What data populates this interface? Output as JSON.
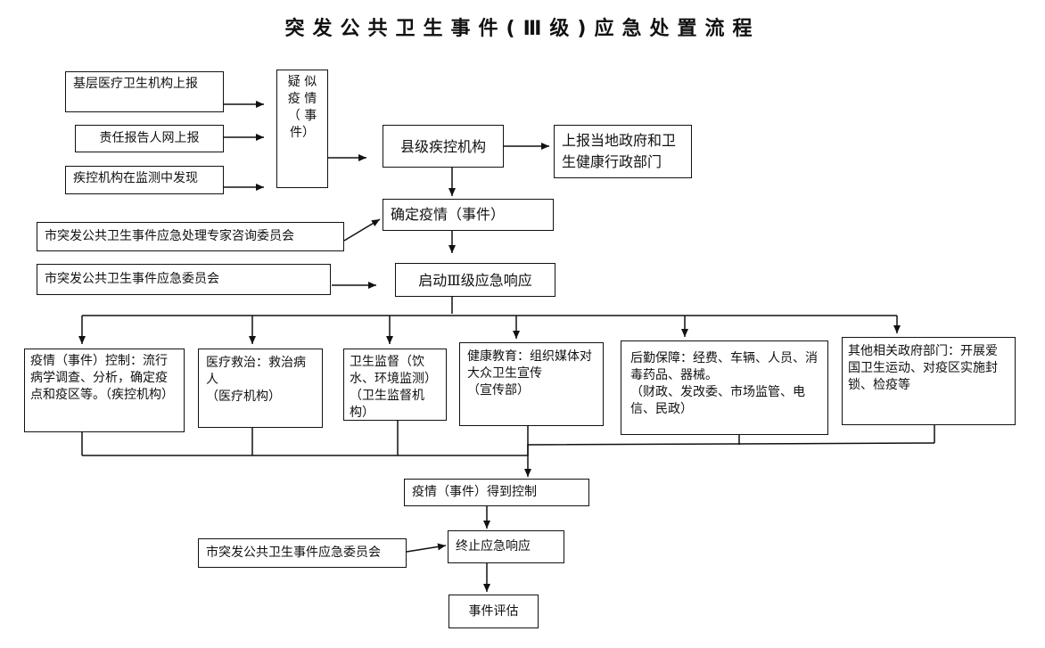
{
  "title": "突发公共卫生事件(Ⅲ级)应急处置流程",
  "nodes": {
    "report_grassroots": "基层医疗卫生机构上报",
    "report_online": "责任报告人网上报",
    "report_cdc_monitor": "疾控机构在监测中发现",
    "suspected": "疑 似\n疫 情\n（ 事\n件）",
    "county_cdc": "县级疾控机构",
    "report_gov": "上报当地政府和卫生健康行政部门",
    "expert_committee": "市突发公共卫生事件应急处理专家咨询委员会",
    "confirm": "确定疫情（事件）",
    "emergency_committee_1": "市突发公共卫生事件应急委员会",
    "activate": "启动Ⅲ级应急响应",
    "control": "疫情（事件）控制：流行病学调查、分析，确定疫点和疫区等。（疾控机构）",
    "treatment": "医疗救治：救治病人\n（医疗机构）",
    "supervision": "卫生监督（饮水、环境监测）（卫生监督机构）",
    "education": "健康教育：组织媒体对大众卫生宣传\n（宣传部）",
    "logistics": "后勤保障：经费、车辆、人员、消毒药品、器械。\n（财政、发改委、市场监管、电信、民政）",
    "other_depts": "其他相关政府部门：开展爱国卫生运动、对疫区实施封锁、检疫等",
    "controlled": "疫情（事件）得到控制",
    "emergency_committee_2": "市突发公共卫生事件应急委员会",
    "terminate": "终止应急响应",
    "evaluate": "事件评估"
  }
}
